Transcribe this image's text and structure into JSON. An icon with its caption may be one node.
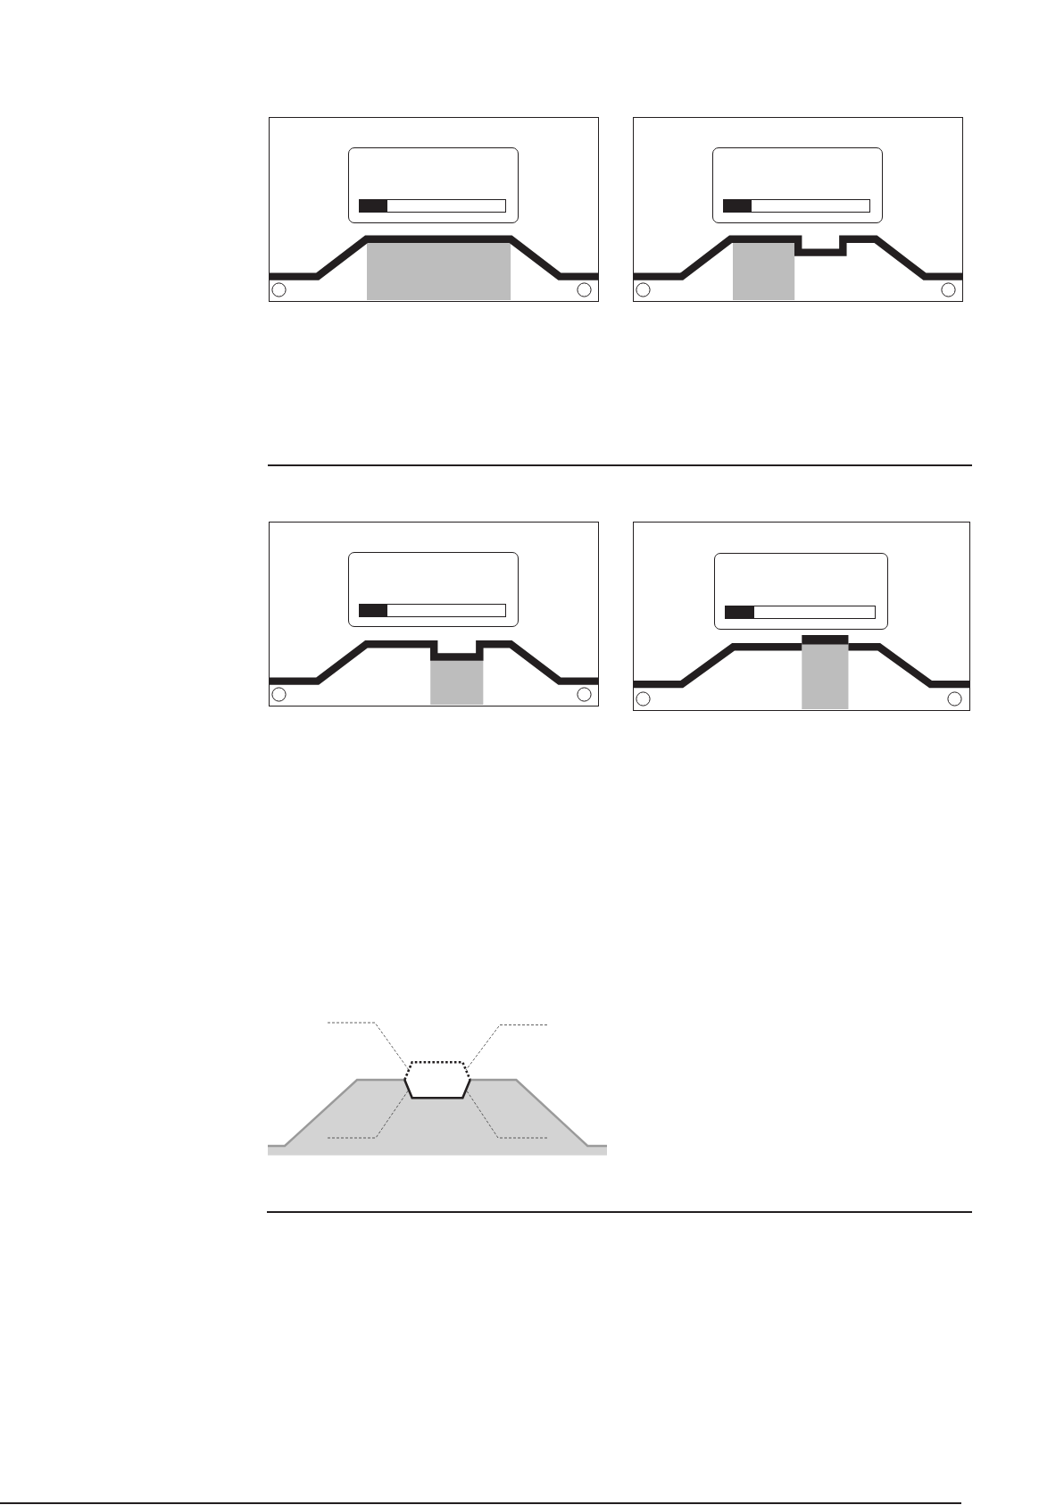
{
  "diagram": {
    "nodes": [
      {
        "text": [],
        "shape": "line"
      },
      {
        "text": [],
        "shape": "line"
      }
    ],
    "edges": [
      {
        "from": null,
        "to": 0,
        "arrow": "none",
        "style": "dashed"
      },
      {
        "from": null,
        "to": 0,
        "arrow": "none",
        "style": "dashed"
      },
      {
        "from": null,
        "to": 1,
        "arrow": "none",
        "style": "dashed"
      },
      {
        "from": null,
        "to": 1,
        "arrow": "none",
        "style": "dashed"
      }
    ]
  }
}
